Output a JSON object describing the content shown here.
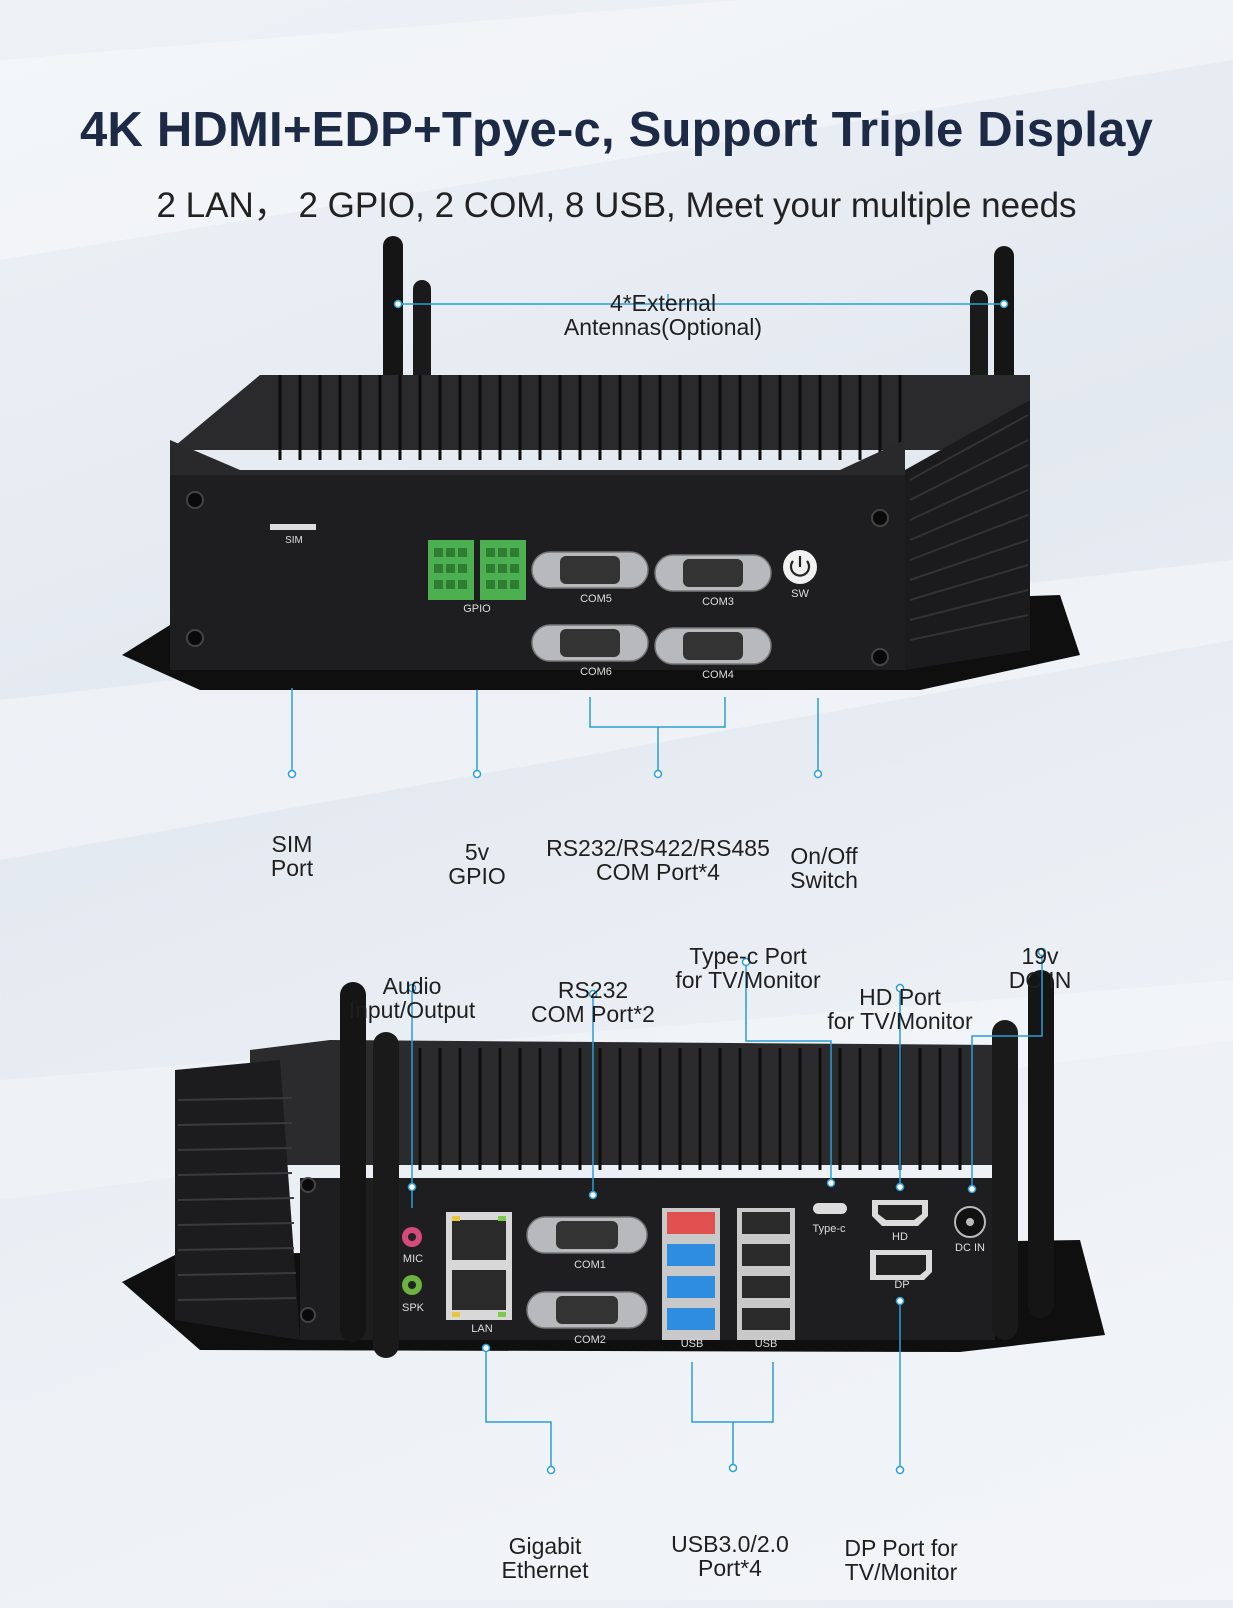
{
  "header": {
    "title": "4K HDMI+EDP+Tpye-c, Support Triple Display",
    "subtitle": "2 LAN， 2 GPIO, 2 COM, 8 USB, Meet your multiple needs"
  },
  "front_view": {
    "callouts": {
      "antennas": [
        "4*External",
        "Antennas(Optional)"
      ],
      "sim": [
        "SIM",
        "Port"
      ],
      "gpio": [
        "5v",
        "GPIO"
      ],
      "com": [
        "RS232/RS422/RS485",
        "COM Port*4"
      ],
      "switch": [
        "On/Off",
        "Switch"
      ]
    },
    "panel_labels": {
      "sim": "SIM",
      "gpio": "GPIO",
      "com5": "COM5",
      "com3": "COM3",
      "com6": "COM6",
      "com4": "COM4",
      "sw": "SW"
    }
  },
  "rear_view": {
    "callouts": {
      "audio": [
        "Audio",
        "Input/Output"
      ],
      "rs232": [
        "RS232",
        "COM Port*2"
      ],
      "typec": [
        "Type-c Port",
        "for TV/Monitor"
      ],
      "hd": [
        "HD Port",
        "for TV/Monitor"
      ],
      "dcin": [
        "19v",
        "DC IN"
      ],
      "lan": [
        "Gigabit",
        "Ethernet"
      ],
      "usb": [
        "USB3.0/2.0",
        "Port*4"
      ],
      "dp": [
        "DP Port for",
        "TV/Monitor"
      ]
    },
    "panel_labels": {
      "mic": "MIC",
      "spk": "SPK",
      "lan": "LAN",
      "com1": "COM1",
      "com2": "COM2",
      "usb_left": "USB",
      "usb_right": "USB",
      "typec": "Type-c",
      "hd": "HD",
      "dp": "DP",
      "dcin": "DC IN"
    }
  },
  "colors": {
    "callout_line": "#2a9fd6",
    "title": "#1c2a45",
    "chassis": "#1d1d1f",
    "gpio_green": "#4caf50",
    "usb3_blue": "#2f8de0",
    "usb_red": "#e0504e"
  }
}
